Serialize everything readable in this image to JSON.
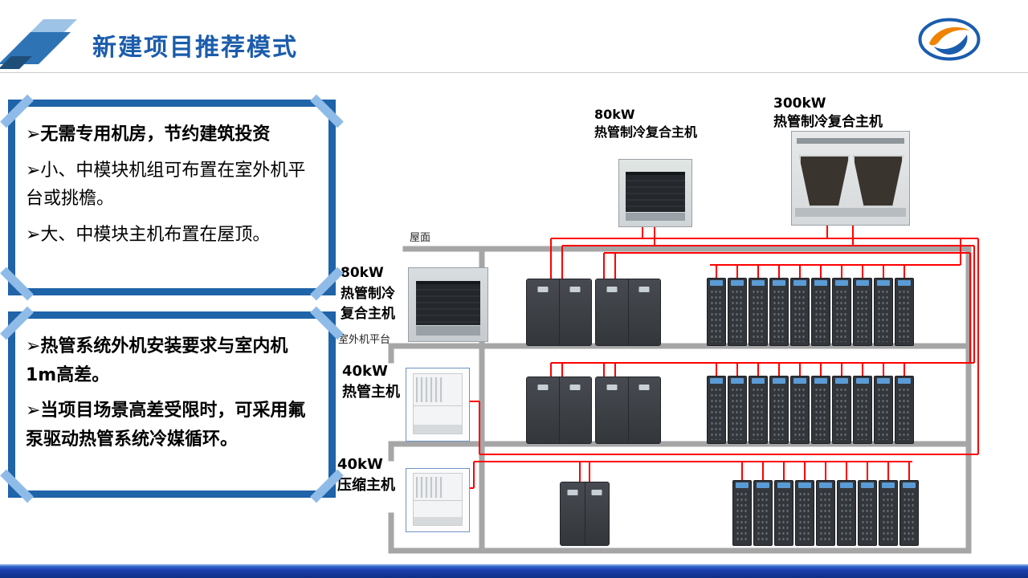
{
  "slide": {
    "title": "新建项目推荐模式"
  },
  "colors": {
    "title_blue": "#1B5CAB",
    "frame_blue": "#1F63A8",
    "frame_light_blue": "#8FBBE6",
    "pipe_red": "#FF0000",
    "wall_gray": "#A6A6A6",
    "rack_screen_blue": "#5B9BD5",
    "footer_blue": "#0F2F86",
    "logo_orange": "#F08300",
    "logo_blue": "#1A5DAE"
  },
  "boxes": [
    {
      "lines": [
        "➢无需专用机房，节约建筑投资",
        "➢小、中模块机组可布置在室外机平台或挑檐。",
        "➢大、中模块主机布置在屋顶。"
      ]
    },
    {
      "lines": [
        "➢热管系统外机安装要求与室内机1m高差。",
        "➢当项目场景高差受限时，可采用氟泵驱动热管系统冷媒循环。"
      ]
    }
  ],
  "diagram": {
    "roof_label": "屋面",
    "platform_label": "室外机平台",
    "top_unit_small": {
      "power": "80kW",
      "name": "热管制冷复合主机"
    },
    "top_unit_large": {
      "power": "300kW",
      "name": "热管制冷复合主机"
    },
    "floor_unit": {
      "power": "80kW",
      "name_line1": "热管制冷",
      "name_line2": "复合主机"
    },
    "mid_unit": {
      "power": "40kW",
      "name": "热管主机"
    },
    "bottom_unit": {
      "power": "40kW",
      "name": "压缩主机"
    },
    "rack_counts": {
      "row1": 10,
      "row2": 10,
      "row3": 9
    }
  }
}
